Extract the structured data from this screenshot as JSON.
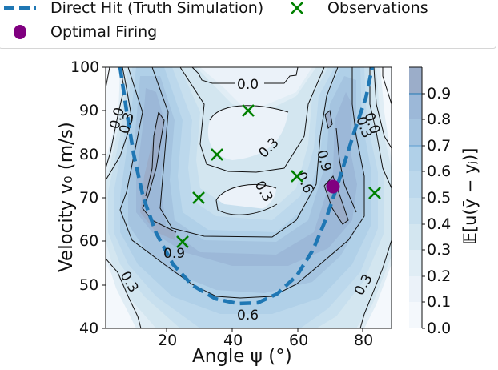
{
  "chart_data": {
    "type": "heatmap",
    "subtype": "filled-contour",
    "title": "",
    "xlabel": "Angle ψ (°)",
    "ylabel": "Velocity v₀ (m/s)",
    "colorbar_label": "𝔼[u(ȳ − yⱼ)]",
    "xlim": [
      1.5,
      89
    ],
    "ylim": [
      40,
      100
    ],
    "x_ticks": [
      "20",
      "40",
      "60",
      "80"
    ],
    "y_ticks": [
      "40",
      "50",
      "60",
      "70",
      "80",
      "90",
      "100"
    ],
    "colorbar_ticks": [
      "0.0",
      "0.1",
      "0.2",
      "0.3",
      "0.4",
      "0.5",
      "0.6",
      "0.7",
      "0.8",
      "0.9"
    ],
    "colorbar_range": [
      0.0,
      1.0
    ],
    "colormap": "Blues (alpha ~0.4)",
    "contour_levels": [
      0.0,
      0.3,
      0.6,
      0.9
    ],
    "contour_labels": [
      {
        "text": "0.0",
        "x": 46,
        "y": 95.5
      },
      {
        "text": "0.0",
        "x": 6,
        "y": 90
      },
      {
        "text": "0.3",
        "x": 9,
        "y": 88
      },
      {
        "text": "0.0",
        "x": 85,
        "y": 89
      },
      {
        "text": "0.3",
        "x": 86,
        "y": 86
      },
      {
        "text": "0.3",
        "x": 52,
        "y": 78
      },
      {
        "text": "0.3",
        "x": 50,
        "y": 71
      },
      {
        "text": "0.9",
        "x": 66,
        "y": 78
      },
      {
        "text": "0.6",
        "x": 61,
        "y": 73
      },
      {
        "text": "0.9",
        "x": 25,
        "y": 58
      },
      {
        "text": "0.3",
        "x": 8,
        "y": 48
      },
      {
        "text": "0.6",
        "x": 46,
        "y": 44
      },
      {
        "text": "0.3",
        "x": 78,
        "y": 49
      }
    ],
    "grid": false,
    "legend": {
      "position": "top (above axes)",
      "entries": [
        {
          "label": "Direct Hit (Truth Simulation)",
          "marker": "dashed-line",
          "color": "#1f77b4"
        },
        {
          "label": "Observations",
          "marker": "x",
          "color": "#008000"
        },
        {
          "label": "Optimal Firing",
          "marker": "circle",
          "color": "#800080"
        }
      ]
    },
    "series": [
      {
        "name": "Direct Hit (Truth Simulation)",
        "type": "line",
        "style": "dashed",
        "color": "#1f77b4",
        "x": [
          6,
          8,
          10,
          13,
          17,
          22,
          28,
          35,
          42,
          48,
          54,
          60,
          65,
          69,
          72,
          75,
          78,
          81,
          83
        ],
        "y": [
          100,
          90,
          80,
          70,
          62,
          55,
          50,
          46.5,
          45.2,
          45.5,
          47.5,
          52,
          58,
          65,
          72,
          79,
          86,
          93,
          100
        ]
      },
      {
        "name": "Observations",
        "type": "scatter",
        "marker": "x",
        "color": "#008000",
        "x": [
          25,
          30,
          33,
          45,
          60,
          85
        ],
        "y": [
          60,
          70,
          80,
          90,
          75,
          71
        ]
      },
      {
        "name": "Optimal Firing",
        "type": "scatter",
        "marker": "circle",
        "color": "#800080",
        "x": [
          71
        ],
        "y": [
          72.5
        ]
      }
    ]
  },
  "colors": {
    "line_blue": "#1f77b4",
    "obs_green": "#008000",
    "optimal_purple": "#800080",
    "band_0": "#f4f8fc",
    "band_1": "#ebf2f9",
    "band_2": "#e0edf5",
    "band_3": "#d3e6f0",
    "band_4": "#c7dfee",
    "band_5": "#bcd8ec",
    "band_6": "#b0d0e8",
    "band_7": "#a5c4e0",
    "band_8": "#9cb8d8",
    "band_9": "#9badc9"
  }
}
